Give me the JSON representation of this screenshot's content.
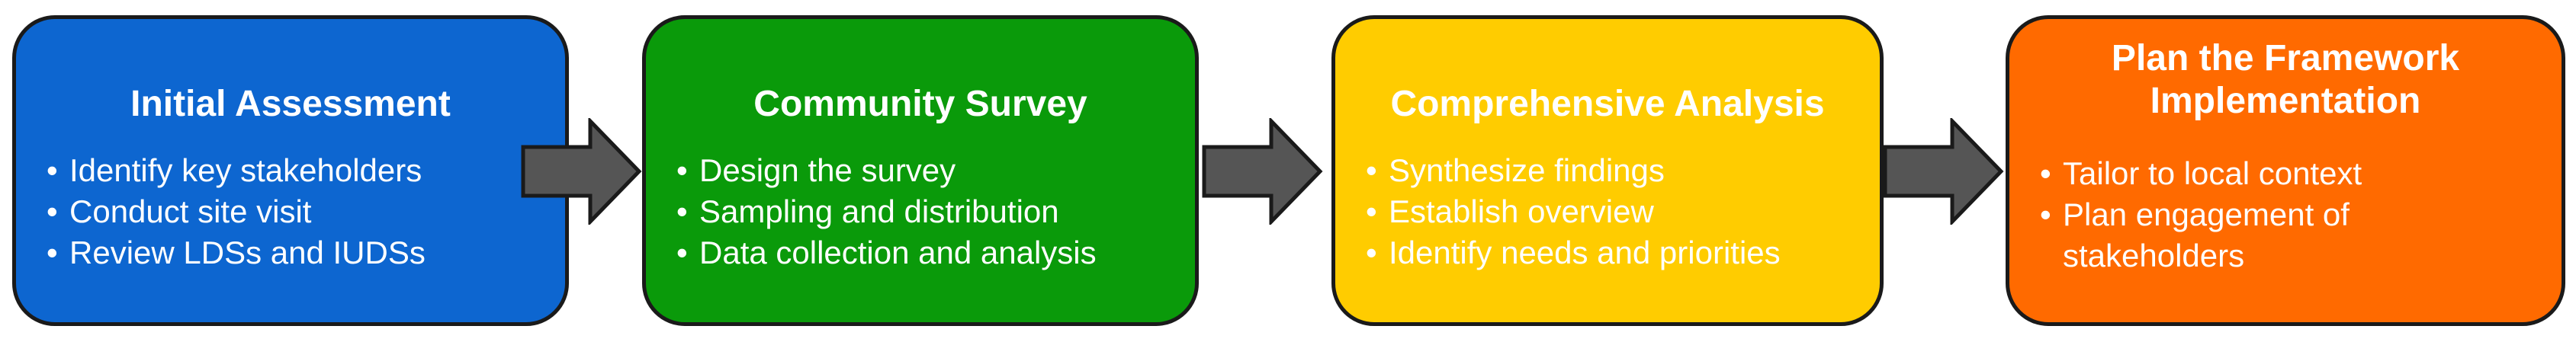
{
  "steps": [
    {
      "title": "Initial Assessment",
      "color": "#0d66d0",
      "items": [
        "Identify key stakeholders",
        "Conduct site visit",
        "Review LDSs and IUDSs"
      ]
    },
    {
      "title": "Community Survey",
      "color": "#0a9a0a",
      "items": [
        "Design the survey",
        "Sampling and distribution",
        "Data collection and analysis"
      ]
    },
    {
      "title": "Comprehensive Analysis",
      "color": "#ffcc00",
      "items": [
        "Synthesize findings",
        "Establish overview",
        "Identify needs and priorities"
      ]
    },
    {
      "title": "Plan the Framework Implementation",
      "color": "#ff6a00",
      "items": [
        "Tailor to local context",
        "Plan engagement of stakeholders"
      ]
    }
  ],
  "bullet": "•",
  "arrow_color": "#555555"
}
